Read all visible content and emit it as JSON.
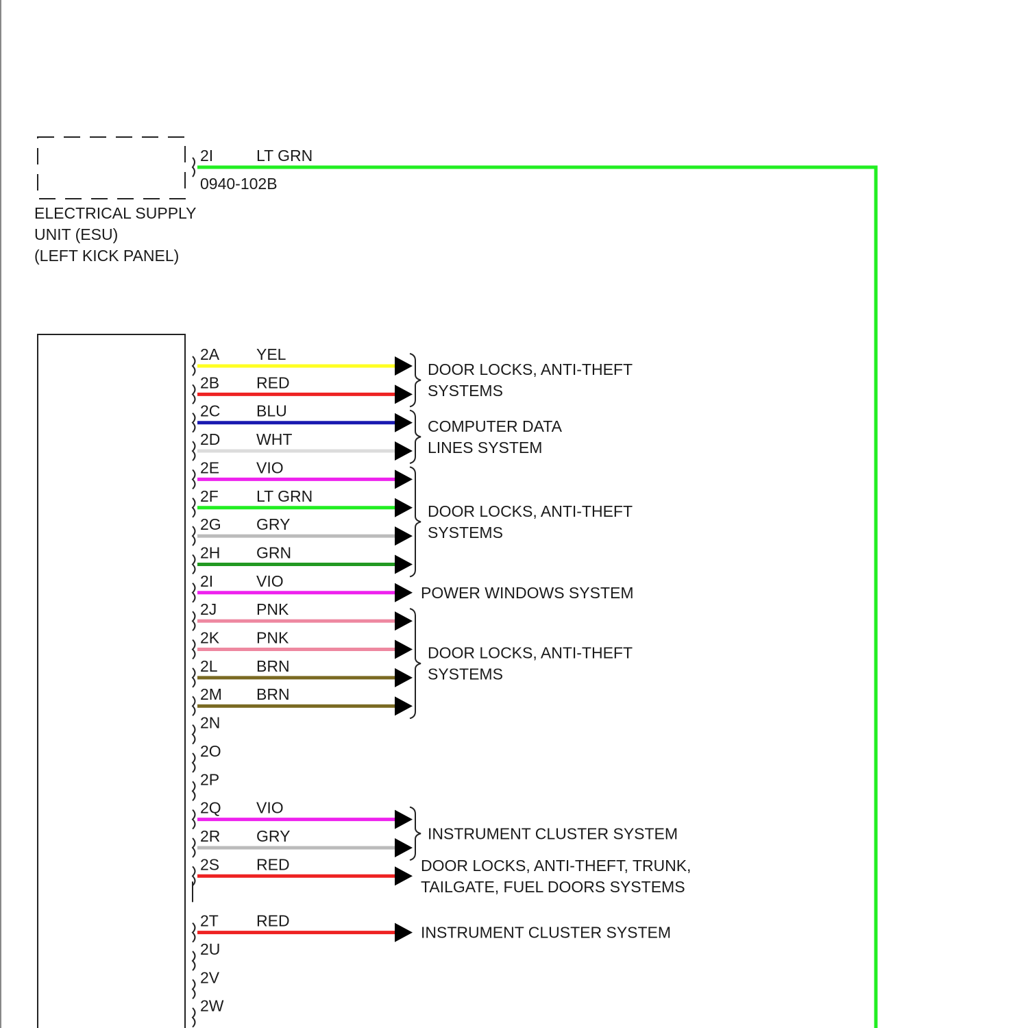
{
  "esu": {
    "label_lines": [
      "ELECTRICAL SUPPLY",
      "UNIT (ESU)",
      "(LEFT KICK PANEL)"
    ],
    "top_pin": "2I",
    "top_wire_color_label": "LT GRN",
    "top_wire_color": "#22ee22",
    "connector_code": "0940-102B"
  },
  "pins": [
    {
      "pin": "2A",
      "color_label": "YEL",
      "color": "#ffff22",
      "arrow": true
    },
    {
      "pin": "2B",
      "color_label": "RED",
      "color": "#ee2222",
      "arrow": true
    },
    {
      "pin": "2C",
      "color_label": "BLU",
      "color": "#1a1ab0",
      "arrow": true
    },
    {
      "pin": "2D",
      "color_label": "WHT",
      "color": "#dcdcdc",
      "arrow": true
    },
    {
      "pin": "2E",
      "color_label": "VIO",
      "color": "#ee22ee",
      "arrow": true
    },
    {
      "pin": "2F",
      "color_label": "LT GRN",
      "color": "#22ee22",
      "arrow": true
    },
    {
      "pin": "2G",
      "color_label": "GRY",
      "color": "#bbbbbb",
      "arrow": true
    },
    {
      "pin": "2H",
      "color_label": "GRN",
      "color": "#229922",
      "arrow": true
    },
    {
      "pin": "2I",
      "color_label": "VIO",
      "color": "#ee22ee",
      "arrow": true
    },
    {
      "pin": "2J",
      "color_label": "PNK",
      "color": "#ee88a0",
      "arrow": true
    },
    {
      "pin": "2K",
      "color_label": "PNK",
      "color": "#ee88a0",
      "arrow": true
    },
    {
      "pin": "2L",
      "color_label": "BRN",
      "color": "#7a6a22",
      "arrow": true
    },
    {
      "pin": "2M",
      "color_label": "BRN",
      "color": "#7a6a22",
      "arrow": true
    },
    {
      "pin": "2N",
      "color_label": "",
      "color": "",
      "arrow": false
    },
    {
      "pin": "2O",
      "color_label": "",
      "color": "",
      "arrow": false
    },
    {
      "pin": "2P",
      "color_label": "",
      "color": "",
      "arrow": false
    },
    {
      "pin": "2Q",
      "color_label": "VIO",
      "color": "#ee22ee",
      "arrow": true
    },
    {
      "pin": "2R",
      "color_label": "GRY",
      "color": "#bbbbbb",
      "arrow": true
    },
    {
      "pin": "2S",
      "color_label": "RED",
      "color": "#ee2222",
      "arrow": true
    },
    {
      "pin": "2T",
      "color_label": "RED",
      "color": "#ee2222",
      "arrow": true
    },
    {
      "pin": "2U",
      "color_label": "",
      "color": "",
      "arrow": false
    },
    {
      "pin": "2V",
      "color_label": "",
      "color": "",
      "arrow": false
    },
    {
      "pin": "2W",
      "color_label": "",
      "color": "",
      "arrow": false
    }
  ],
  "destinations": [
    {
      "from": 0,
      "to": 1,
      "brace": true,
      "lines": [
        "DOOR LOCKS, ANTI-THEFT",
        "SYSTEMS"
      ]
    },
    {
      "from": 2,
      "to": 3,
      "brace": true,
      "lines": [
        "COMPUTER DATA",
        "LINES SYSTEM"
      ]
    },
    {
      "from": 4,
      "to": 7,
      "brace": true,
      "lines": [
        "DOOR LOCKS, ANTI-THEFT",
        "SYSTEMS"
      ]
    },
    {
      "from": 8,
      "to": 8,
      "brace": false,
      "lines": [
        "POWER WINDOWS SYSTEM"
      ]
    },
    {
      "from": 9,
      "to": 12,
      "brace": true,
      "lines": [
        "DOOR LOCKS, ANTI-THEFT",
        "SYSTEMS"
      ]
    },
    {
      "from": 16,
      "to": 17,
      "brace": true,
      "lines": [
        "INSTRUMENT CLUSTER SYSTEM"
      ]
    },
    {
      "from": 18,
      "to": 18,
      "brace": false,
      "lines": [
        "DOOR LOCKS, ANTI-THEFT, TRUNK,",
        "TAILGATE, FUEL DOORS SYSTEMS"
      ]
    },
    {
      "from": 19,
      "to": 19,
      "brace": false,
      "lines": [
        "INSTRUMENT CLUSTER SYSTEM"
      ]
    }
  ]
}
